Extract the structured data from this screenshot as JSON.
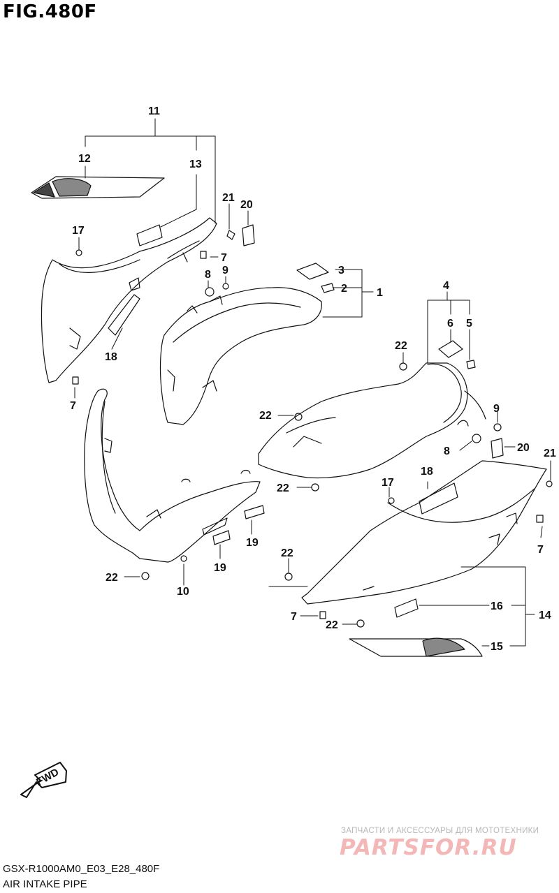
{
  "header": {
    "figure": "FIG.480F"
  },
  "footer": {
    "code": "GSX-R1000AM0_E03_E28_480F",
    "caption": "AIR INTAKE PIPE"
  },
  "watermark": {
    "subtitle": "ЗАПЧАСТИ И АКСЕССУАРЫ ДЛЯ МОТОТЕХНИКИ",
    "brand": "PARTSFOR.RU"
  },
  "direction": {
    "label": "FWD"
  },
  "parts": {
    "p1": "1",
    "p2": "2",
    "p3": "3",
    "p4": "4",
    "p5": "5",
    "p6": "6",
    "p7": "7",
    "p8": "8",
    "p9": "9",
    "p10": "10",
    "p11": "11",
    "p12": "12",
    "p13": "13",
    "p14": "14",
    "p15": "15",
    "p16": "16",
    "p17": "17",
    "p18": "18",
    "p19": "19",
    "p20": "20",
    "p21": "21",
    "p22": "22"
  },
  "colors": {
    "line": "#111111",
    "watermark": "#f3b7b7"
  }
}
